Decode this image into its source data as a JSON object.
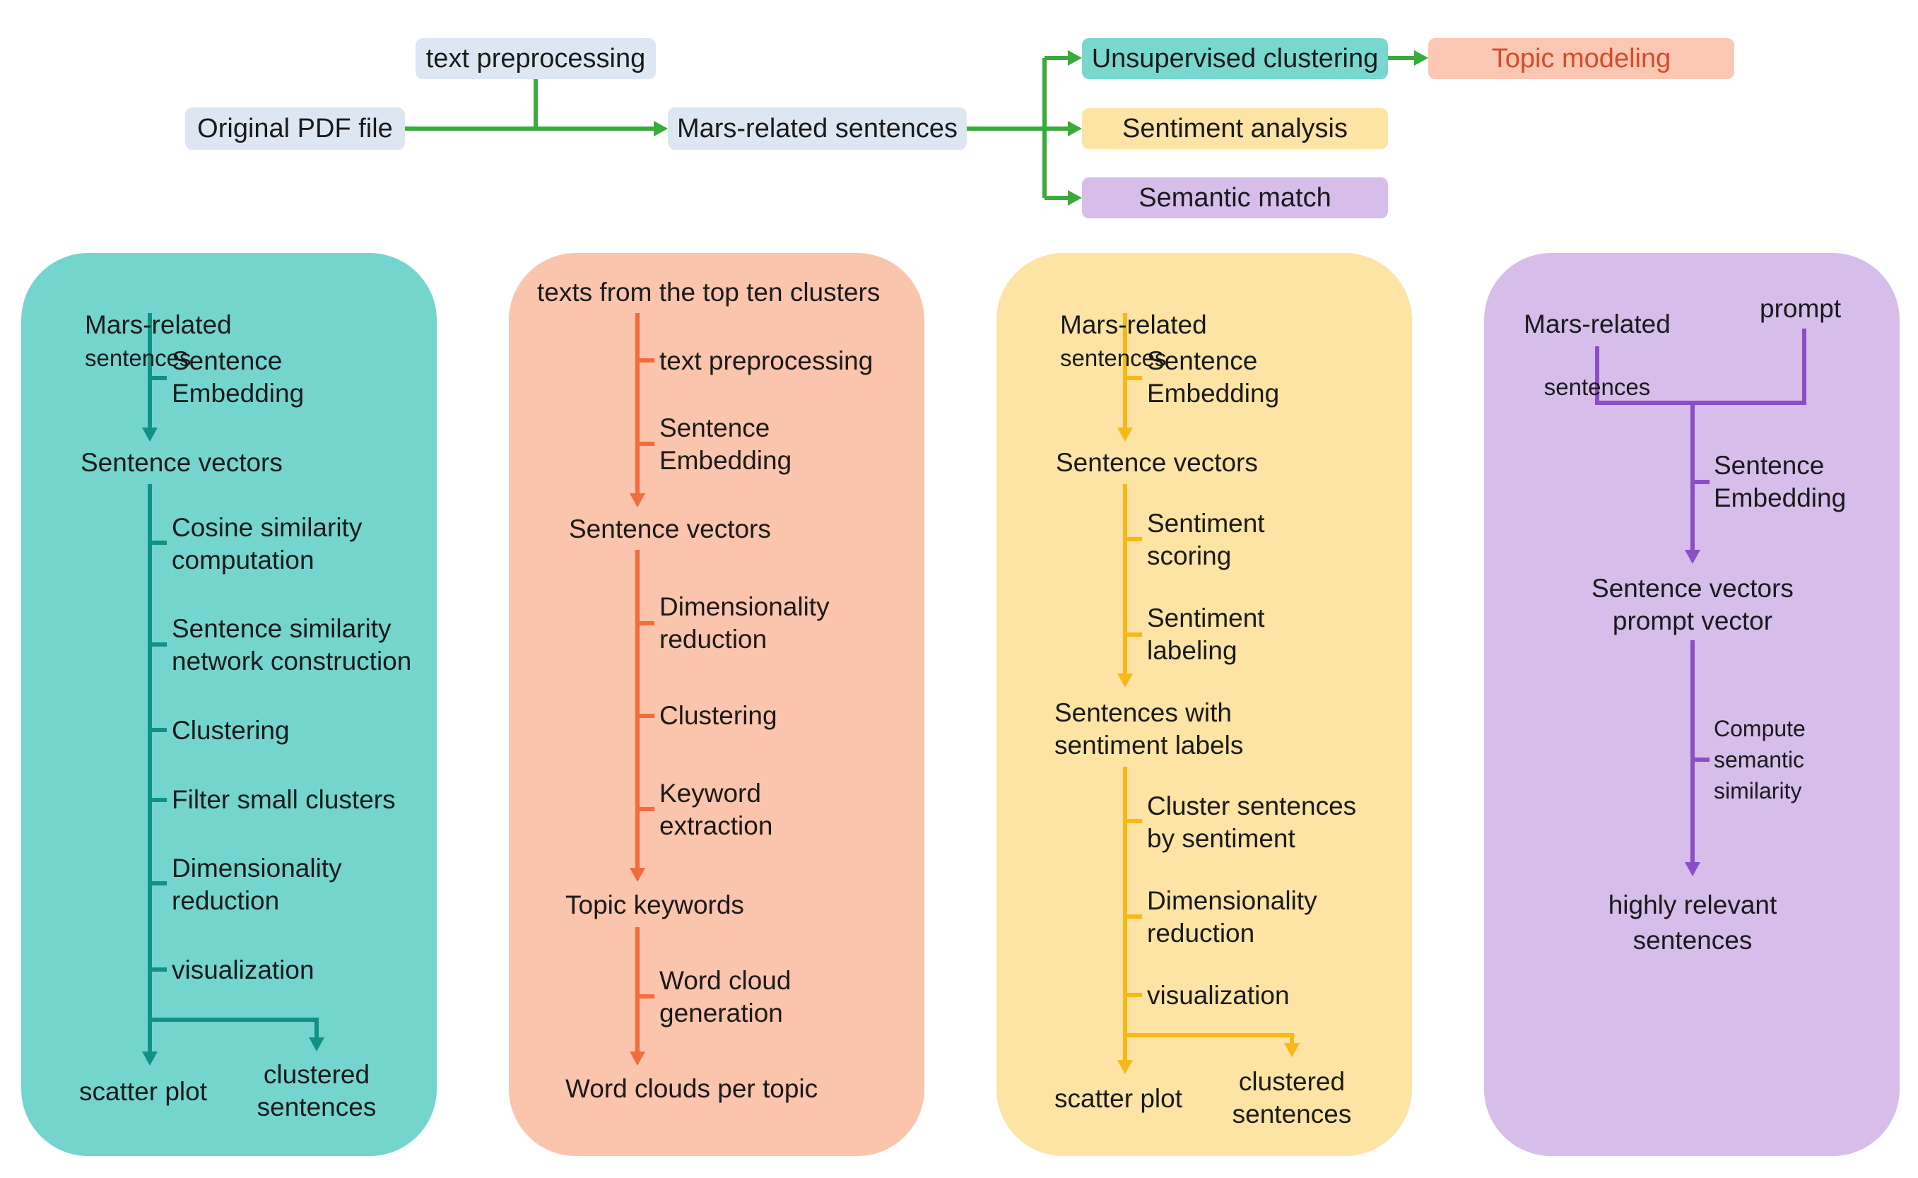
{
  "colors": {
    "green_line": "#3aab3a",
    "teal_panel": "#74d5cf",
    "teal_line": "#0f9283",
    "salmon_panel": "#fbc4ac",
    "salmon_line": "#f36c3c",
    "yellow_panel": "#fde3a4",
    "yellow_line": "#f7b917",
    "purple_panel": "#d6bdea",
    "purple_line": "#8a4ec6",
    "light_blue_box": "#dde7f4",
    "teal_box": "#78d8d0",
    "salmon_box": "#fbc6b2",
    "yellow_box": "#fde3a4",
    "purple_box": "#d6bdea"
  },
  "top_flow": {
    "original_pdf": "Original PDF file",
    "text_preprocessing": "text preprocessing",
    "mars_sentences": "Mars-related sentences",
    "unsupervised_clustering": "Unsupervised clustering",
    "topic_modeling": "Topic modeling",
    "sentiment_analysis": "Sentiment analysis",
    "semantic_match": "Semantic match"
  },
  "panel_clustering": {
    "title_main": "Mars-related",
    "title_suffix": "sentences",
    "step_embedding": "Sentence\nEmbedding",
    "node_vectors": "Sentence vectors",
    "step_cosine": "Cosine similarity\ncomputation",
    "step_network": "Sentence similarity\nnetwork construction",
    "step_clustering": "Clustering",
    "step_filter": "Filter small clusters",
    "step_dimred": "Dimensionality\nreduction",
    "step_vis": "visualization",
    "out_scatter": "scatter plot",
    "out_clustered": "clustered\nsentences"
  },
  "panel_topic": {
    "title": "texts from the top ten clusters",
    "step_preprocessing": "text preprocessing",
    "step_embedding": "Sentence\nEmbedding",
    "node_vectors": "Sentence vectors",
    "step_dimred": "Dimensionality\nreduction",
    "step_clustering": "Clustering",
    "step_keyword": "Keyword\nextraction",
    "node_keywords": "Topic keywords",
    "step_wordcloud": "Word cloud\ngeneration",
    "out_wordclouds": "Word clouds per topic"
  },
  "panel_sentiment": {
    "title_main": "Mars-related",
    "title_suffix": "sentences",
    "step_embedding": "Sentence\nEmbedding",
    "node_vectors": "Sentence vectors",
    "step_scoring": "Sentiment\nscoring",
    "step_labeling": "Sentiment\nlabeling",
    "node_labels": "Sentences with\nsentiment labels",
    "step_cluster": "Cluster sentences\nby sentiment",
    "step_dimred": "Dimensionality\nreduction",
    "step_vis": "visualization",
    "out_scatter": "scatter plot",
    "out_clustered": "clustered\nsentences"
  },
  "panel_semantic": {
    "input_main": "Mars-related",
    "input_suffix": "sentences",
    "input_prompt": "prompt",
    "step_embedding": "Sentence\nEmbedding",
    "node_vectors": "Sentence vectors\nprompt vector",
    "step_similarity": "Compute\nsemantic\nsimilarity",
    "out_relevant": "highly relevant\nsentences"
  }
}
